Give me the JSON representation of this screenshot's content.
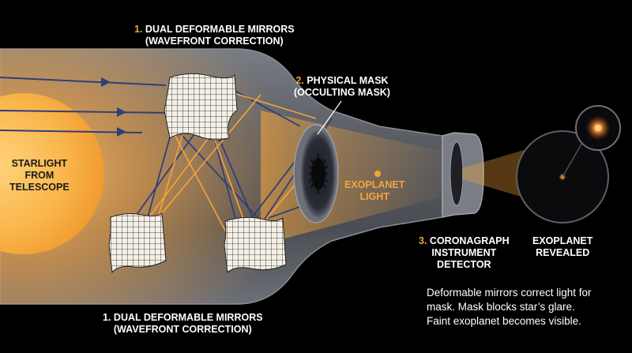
{
  "labels": {
    "mirrors_top": {
      "number": "1.",
      "line1": "DUAL DEFORMABLE MIRRORS",
      "line2": "(WAVEFRONT CORRECTION)"
    },
    "mask": {
      "number": "2.",
      "line1": "PHYSICAL MASK",
      "line2": "(OCCULTING MASK)"
    },
    "starlight": {
      "line1": "STARLIGHT",
      "line2": "FROM",
      "line3": "TELESCOPE"
    },
    "exoplanet_light": {
      "line1": "EXOPLANET",
      "line2": "LIGHT"
    },
    "detector": {
      "number": "3.",
      "line1": "CORONAGRAPH",
      "line2": "INSTRUMENT",
      "line3": "DETECTOR"
    },
    "revealed": {
      "line1": "EXOPLANET",
      "line2": "REVEALED"
    },
    "mirrors_bottom": {
      "number": "1.",
      "line1": "DUAL DEFORMABLE MIRRORS",
      "line2": "(WAVEFRONT CORRECTION)"
    }
  },
  "caption": {
    "line1": "Deformable mirrors correct light for",
    "line2": "mask. Mask blocks star’s glare.",
    "line3": "Faint exoplanet becomes visible."
  },
  "colors": {
    "background": "#000000",
    "tube_gray": "#55585f",
    "starlight_orange": "#f5a43a",
    "ray_blue": "#2f3f78",
    "text_white": "#ffffff"
  }
}
